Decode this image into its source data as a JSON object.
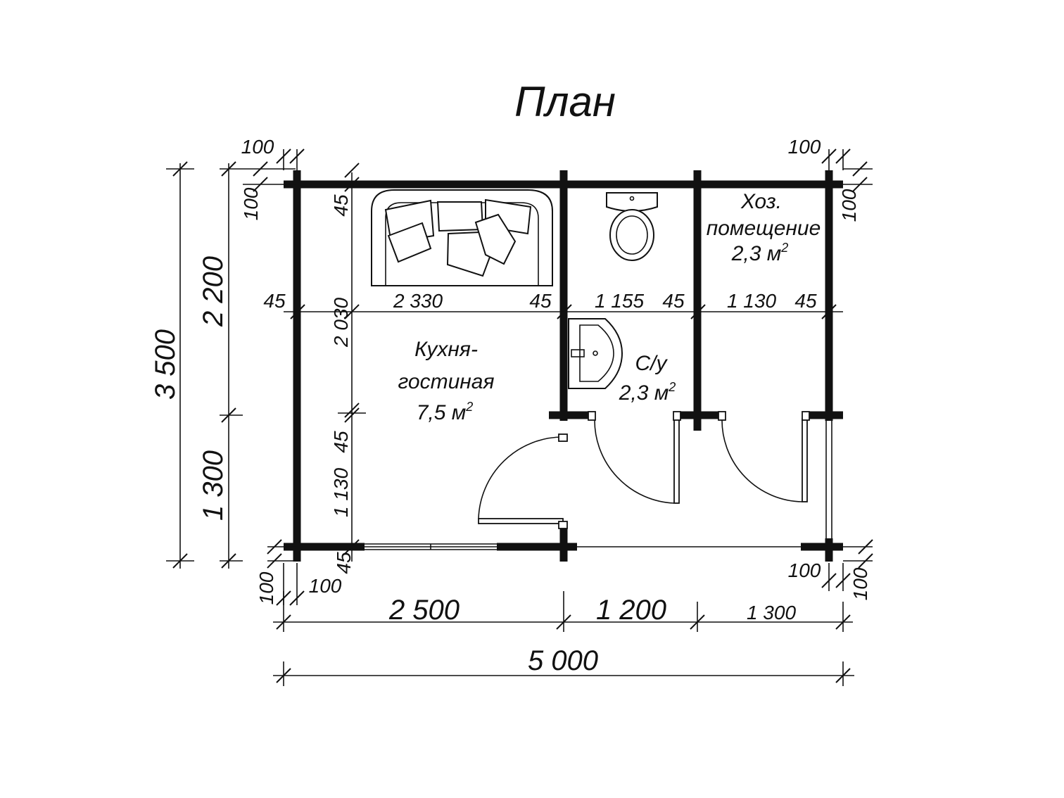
{
  "title": "План",
  "rooms": {
    "kitchen": {
      "name_line1": "Кухня-",
      "name_line2": "гостиная",
      "area_value": "7,5 м",
      "area_sup": "2"
    },
    "bathroom": {
      "name": "С/у",
      "area_value": "2,3 м",
      "area_sup": "2"
    },
    "utility": {
      "name_line1": "Хоз.",
      "name_line2": "помещение",
      "area_value": "2,3 м",
      "area_sup": "2"
    }
  },
  "dimensions": {
    "total_width": "5 000",
    "total_height": "3 500",
    "seg_2500": "2 500",
    "seg_1200": "1 200",
    "seg_1300_bottom": "1 300",
    "seg_2200": "2 200",
    "seg_1300_left": "1 300",
    "inner_2330": "2 330",
    "inner_1155": "1 155",
    "inner_1130_h": "1 130",
    "inner_2030": "2 030",
    "inner_1130_v": "1 130",
    "wall_45": "45",
    "wall_100": "100"
  }
}
